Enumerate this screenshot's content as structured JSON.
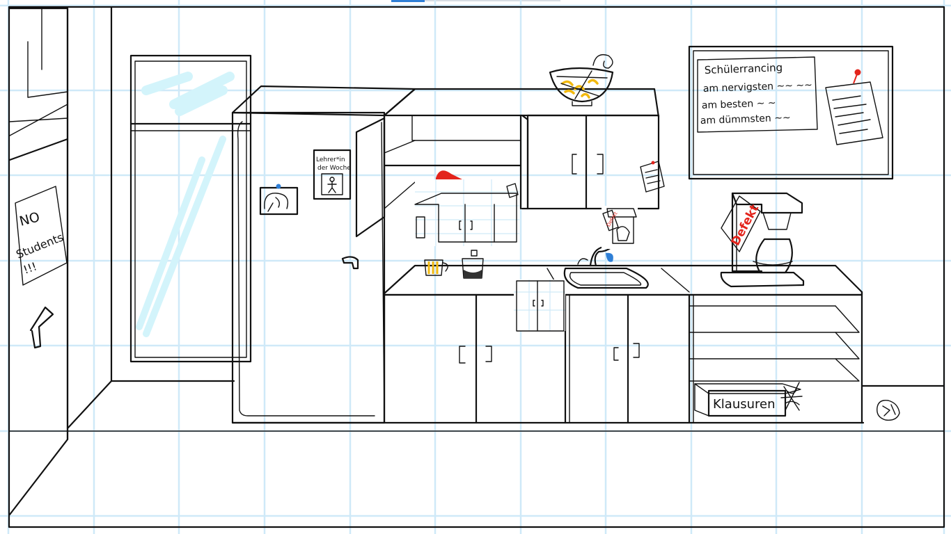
{
  "colors": {
    "grid": "#cfe9f8",
    "ink": "#111111",
    "accent_red": "#e3241c",
    "accent_yellow": "#f2b90f",
    "accent_blue": "#2f7fd6",
    "window_glass": "#d3f4fb"
  },
  "door_sign": {
    "line1": "NO",
    "line2": "Students",
    "line3": "!!!"
  },
  "fridge_photo": {
    "line1": "Lehrer*in",
    "line2": "der Woche"
  },
  "ranking_board": {
    "title": "Schülerrancing",
    "rows": [
      "am nervigsten ~~ ~~",
      "am besten ~ ~",
      "am dümmsten ~~"
    ]
  },
  "coffee_machine": {
    "sign": "Defekt"
  },
  "coffee_machine_small": {
    "sign": "Defekt"
  },
  "exam_box": {
    "label": "Klausuren"
  },
  "icons": {
    "door_handle": "door-handle-icon",
    "fridge_handle": "fridge-handle-icon",
    "bowl": "snack-bowl-icon",
    "mug": "mug-icon",
    "jar": "jar-icon",
    "faucet": "faucet-icon",
    "paper": "crumpled-paper-icon",
    "note": "pinned-note-icon",
    "cheese": "cheese-icon",
    "spider": "cobweb-icon"
  }
}
